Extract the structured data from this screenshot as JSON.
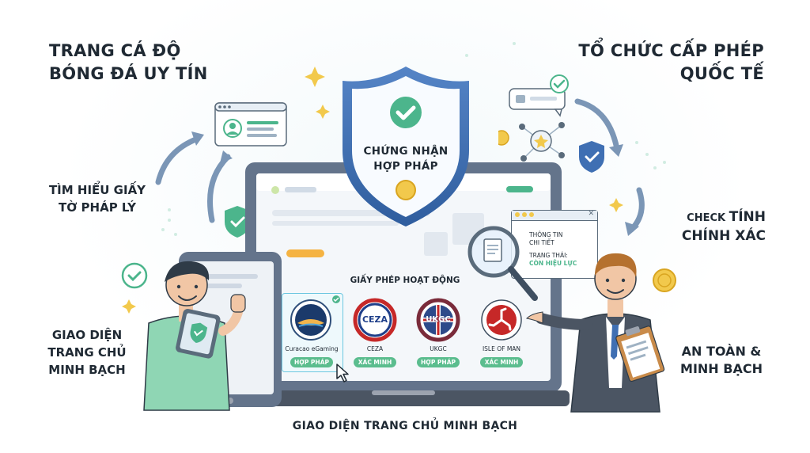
{
  "headings": {
    "top_left_line1": "TRANG CÁ ĐỘ",
    "top_left_line2": "BÓNG ĐÁ UY TÍN",
    "top_right_line1": "TỔ CHỨC CẤP PHÉP",
    "top_right_line2": "QUỐC TẾ"
  },
  "side_labels": {
    "left_mid_line1": "TÌM HIỂU GIẤY",
    "left_mid_line2": "TỜ PHÁP LÝ",
    "left_bottom_line1": "GIAO DIỆN",
    "left_bottom_line2": "TRANG CHỦ",
    "left_bottom_line3": "MINH BẠCH",
    "right_mid_prefix": "CHECK ",
    "right_mid_bold1": "TÍNH",
    "right_mid_line2": "CHÍNH XÁC",
    "right_bottom_line1": "AN TOÀN &",
    "right_bottom_line2": "MINH BẠCH"
  },
  "shield": {
    "line1": "CHỨNG NHẬN",
    "line2": "HỢP PHÁP"
  },
  "popup": {
    "line1": "THÔNG TIN",
    "line2": "CHI TIẾT",
    "status_label": "TRẠNG THÁI:",
    "status_value": "CÒN HIỆU LỰC"
  },
  "licenses": {
    "section_title": "GIẤY PHÉP HOẠT ĐỘNG",
    "items": [
      {
        "name": "Curacao eGaming",
        "badge": "HỢP PHÁP",
        "logo_text": ""
      },
      {
        "name": "CEZA",
        "badge": "XÁC MINH",
        "logo_text": "CEZA"
      },
      {
        "name": "UKGC",
        "badge": "HỢP PHÁP",
        "logo_text": "UKGC"
      },
      {
        "name": "ISLE OF MAN",
        "badge": "XÁC MINH",
        "logo_text": ""
      }
    ]
  },
  "caption": "GIAO DIỆN TRANG CHỦ MINH BẠCH",
  "colors": {
    "shield_blue": "#3f6fb3",
    "accent_green": "#4cb58c",
    "badge_green": "#5bbd8e",
    "dark_text": "#1f2933"
  }
}
